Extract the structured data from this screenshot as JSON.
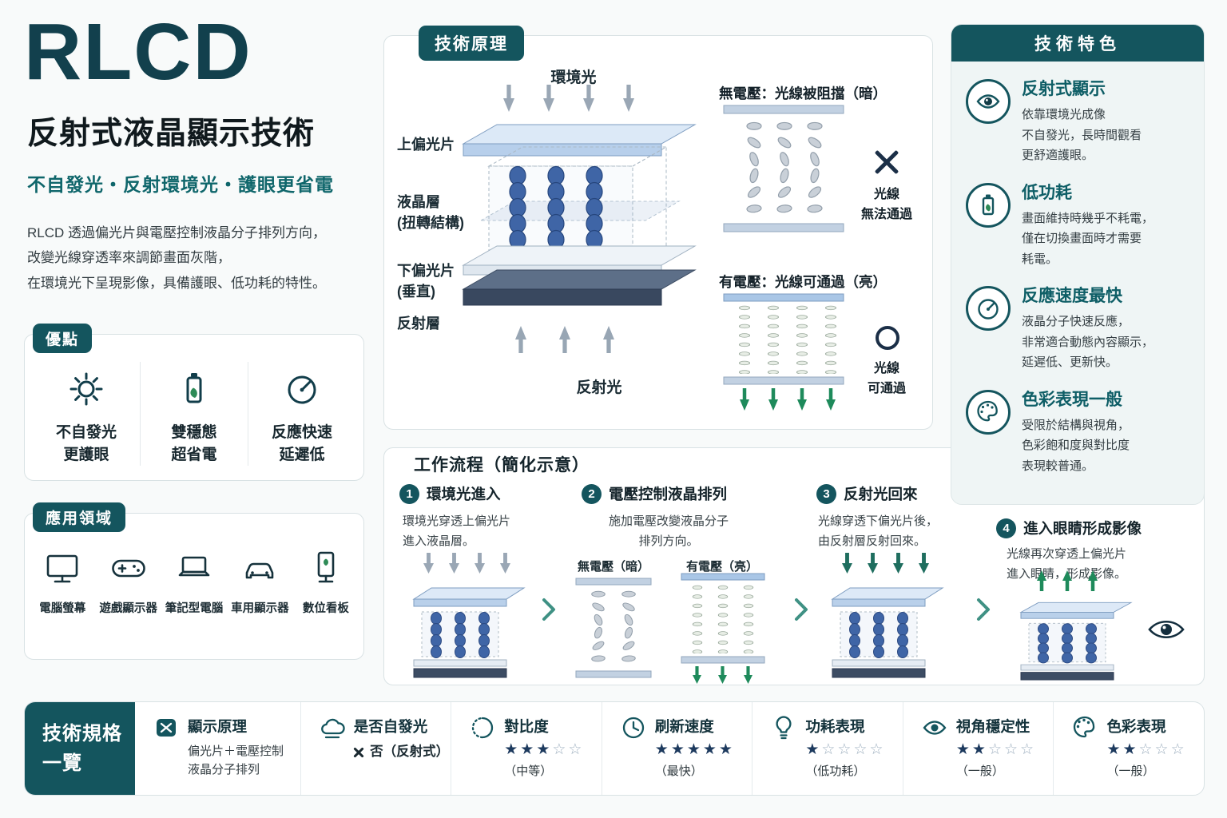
{
  "header": {
    "title": "RLCD",
    "subtitle": "反射式液晶顯示技術",
    "tagline": "不自發光・反射環境光・護眼更省電",
    "description": "RLCD 透過偏光片與電壓控制液晶分子排列方向，\n改變光線穿透率來調節畫面灰階，\n在環境光下呈現影像，具備護眼、低功耗的特性。"
  },
  "advantages": {
    "tag": "優點",
    "items": [
      {
        "icon": "sun-icon",
        "label": "不自發光\n更護眼"
      },
      {
        "icon": "battery-leaf-icon",
        "label": "雙穩態\n超省電"
      },
      {
        "icon": "gauge-icon",
        "label": "反應快速\n延遲低"
      }
    ]
  },
  "applications": {
    "tag": "應用領域",
    "items": [
      {
        "icon": "monitor-icon",
        "label": "電腦螢幕"
      },
      {
        "icon": "gamepad-icon",
        "label": "遊戲顯示器"
      },
      {
        "icon": "laptop-icon",
        "label": "筆記型電腦"
      },
      {
        "icon": "car-icon",
        "label": "車用顯示器"
      },
      {
        "icon": "signage-icon",
        "label": "數位看板"
      }
    ]
  },
  "principle": {
    "tag": "技術原理",
    "ambient_light": "環境光",
    "reflected_light": "反射光",
    "layers": {
      "top": "上偏光片",
      "lc": "液晶層\n(扭轉結構)",
      "bottom": "下偏光片\n(垂直)",
      "reflector": "反射層"
    },
    "off_state": {
      "title": "無電壓：光線被阻擋（暗）",
      "mark": "✕",
      "result": "光線\n無法通過"
    },
    "on_state": {
      "title": "有電壓：光線可通過（亮）",
      "mark": "○",
      "result": "光線\n可通過"
    }
  },
  "workflow": {
    "title": "工作流程（簡化示意）",
    "steps": [
      {
        "num": "1",
        "title": "環境光進入",
        "desc": "環境光穿透上偏光片\n進入液晶層。"
      },
      {
        "num": "2",
        "title": "電壓控制液晶排列",
        "desc": "施加電壓改變液晶分子\n排列方向。",
        "label_off": "無電壓（暗）",
        "label_on": "有電壓（亮）"
      },
      {
        "num": "3",
        "title": "反射光回來",
        "desc": "光線穿透下偏光片後，\n由反射層反射回來。"
      },
      {
        "num": "4",
        "title": "進入眼睛形成影像",
        "desc": "光線再次穿透上偏光片\n進入眼睛，形成影像。"
      }
    ]
  },
  "features": {
    "title": "技術特色",
    "items": [
      {
        "icon": "eye-icon",
        "title": "反射式顯示",
        "desc": "依靠環境光成像\n不自發光，長時間觀看\n更舒適護眼。"
      },
      {
        "icon": "battery-leaf-icon",
        "title": "低功耗",
        "desc": "畫面維持時幾乎不耗電，\n僅在切換畫面時才需要\n耗電。"
      },
      {
        "icon": "gauge-icon",
        "title": "反應速度最快",
        "desc": "液晶分子快速反應，\n非常適合動態內容顯示，\n延遲低、更新快。"
      },
      {
        "icon": "palette-icon",
        "title": "色彩表現一般",
        "desc": "受限於結構與視角，\n色彩飽和度與對比度\n表現較普通。"
      }
    ]
  },
  "specs": {
    "heading": "技術規格\n一覽",
    "items": [
      {
        "icon": "polarizer-icon",
        "title": "顯示原理",
        "value": "偏光片＋電壓控制\n液晶分子排列"
      },
      {
        "icon": "no-emission-icon",
        "title": "是否自發光",
        "mark": "✕",
        "value": "否（反射式）"
      },
      {
        "icon": "contrast-icon",
        "title": "對比度",
        "stars_filled": "★★★",
        "stars_empty": "☆☆",
        "note": "（中等）"
      },
      {
        "icon": "refresh-speed-icon",
        "title": "刷新速度",
        "stars_filled": "★★★★★",
        "stars_empty": "",
        "note": "（最快）"
      },
      {
        "icon": "power-icon",
        "title": "功耗表現",
        "stars_filled": "★",
        "stars_empty": "☆☆☆☆",
        "note": "（低功耗）"
      },
      {
        "icon": "viewing-angle-icon",
        "title": "視角穩定性",
        "stars_filled": "★★",
        "stars_empty": "☆☆☆",
        "note": "（一般）"
      },
      {
        "icon": "color-icon",
        "title": "色彩表現",
        "stars_filled": "★★",
        "stars_empty": "☆☆☆",
        "note": "（一般）"
      }
    ]
  },
  "colors": {
    "accent": "#14555e",
    "star_filled": "#1d3a5e",
    "green": "#1e8a5b",
    "diagram_blue": "#3f65a6"
  }
}
